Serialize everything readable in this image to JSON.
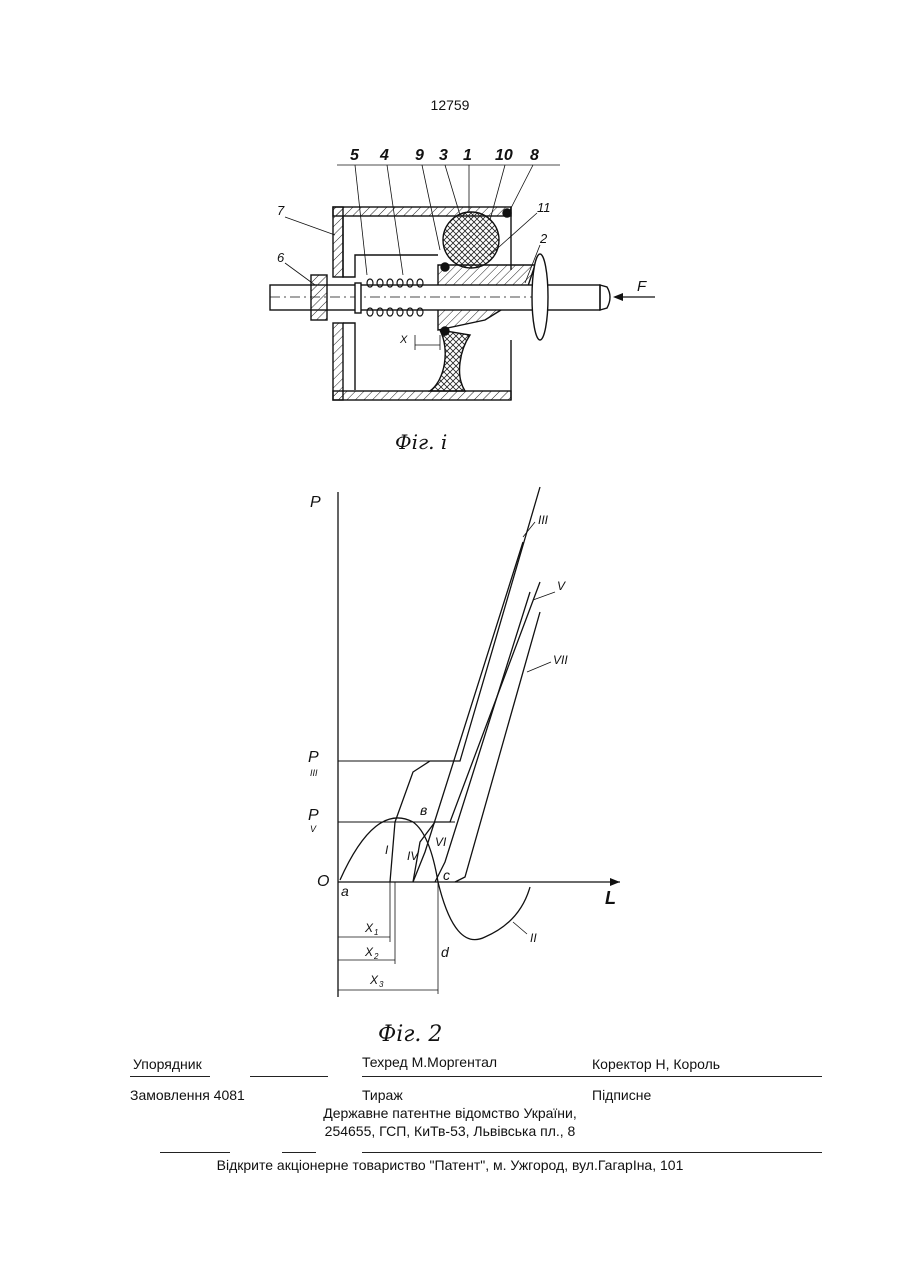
{
  "page_number": "12759",
  "figure1": {
    "caption": "Фіг. і",
    "callouts": [
      "5",
      "4",
      "9",
      "3",
      "1",
      "10",
      "8",
      "7",
      "6",
      "11",
      "2"
    ],
    "force_label": "F",
    "dimension_label": "X"
  },
  "figure2": {
    "caption": "Фіг. 2",
    "axis_y": "P",
    "axis_x": "L",
    "origin": "O",
    "y_ticks": [
      {
        "base": "P",
        "sub": "III"
      },
      {
        "base": "P",
        "sub": "V"
      }
    ],
    "points": [
      "a",
      "в",
      "c",
      "d"
    ],
    "curves": [
      "I",
      "II",
      "III",
      "IV",
      "V",
      "VI",
      "VII"
    ],
    "dims": [
      {
        "base": "X",
        "sub": "1"
      },
      {
        "base": "X",
        "sub": "2"
      },
      {
        "base": "X",
        "sub": "3"
      }
    ]
  },
  "imprint": {
    "compiler": "Упорядник",
    "tech_editor": "Техред М.Моргентал",
    "proofreader": "Коректор Н, Король",
    "order": "Замовлення 4081",
    "circulation": "Тираж",
    "subscription": "Підписне",
    "office": "Державне патентне відомство України,",
    "address": "254655, ГСП, КиТв-53, Львівська пл., 8",
    "publisher": "Відкрите акціонерне товариство \"Патент\", м. Ужгород, вул.ГагарІна, 101"
  }
}
